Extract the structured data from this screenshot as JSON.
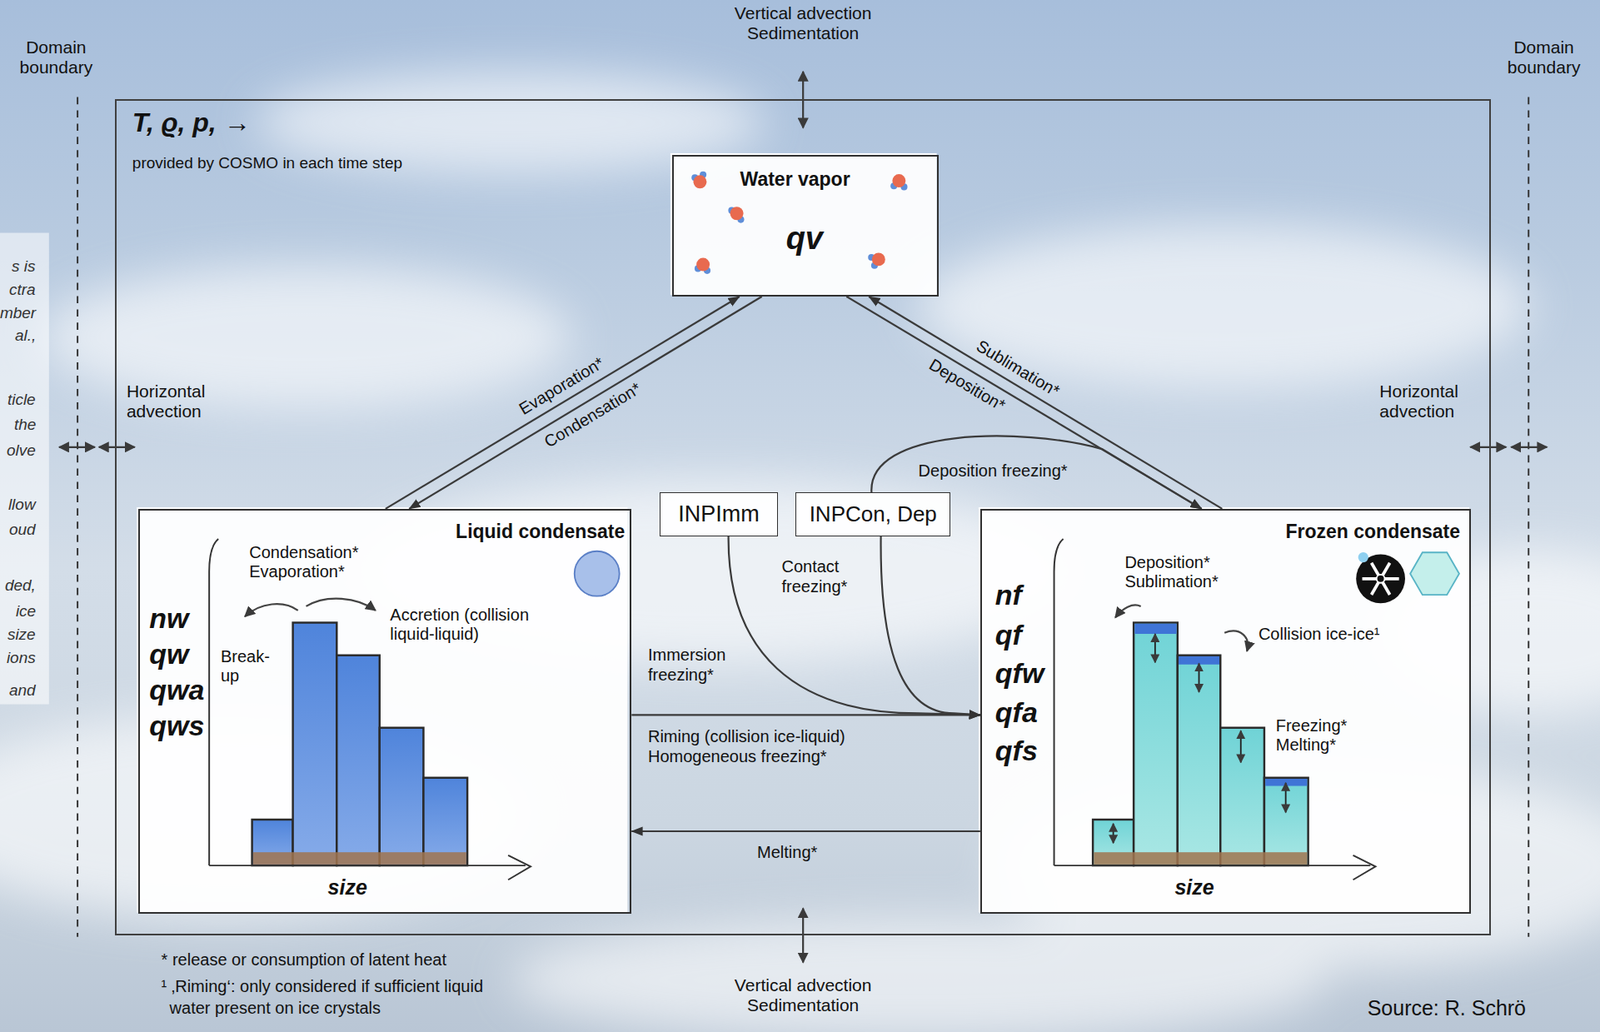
{
  "diagram": {
    "nodes": [
      {
        "text": [
          "T, ϱ, p, →",
          "provided by COSMO in each time step"
        ]
      },
      {
        "text": [
          "Water vapor",
          "qv"
        ],
        "in": 0
      },
      {
        "text": [
          "Liquid condensate",
          "nw",
          "qw",
          "qwa",
          "qws",
          "Condensation* Evaporation*",
          "Accretion (collision liquid-liquid)",
          "Break- up",
          "size"
        ],
        "in": 0
      },
      {
        "text": [
          "INPImm"
        ],
        "in": 0
      },
      {
        "text": [
          "INPCon, Dep"
        ],
        "in": 0
      },
      {
        "text": [
          "Frozen condensate",
          "nf",
          "qf",
          "qfw",
          "qfa",
          "qfs",
          "Deposition* Sublimation*",
          "Collision ice-ice¹",
          "Freezing* Melting*",
          "size"
        ],
        "in": 0
      }
    ],
    "edges": [
      {
        "from": 2,
        "to": 1,
        "label": "Evaporation*",
        "arrow": "to"
      },
      {
        "from": 1,
        "to": 2,
        "label": "Condensation*",
        "arrow": "to"
      },
      {
        "from": 5,
        "to": 1,
        "label": "Sublimation*",
        "arrow": "to"
      },
      {
        "from": 1,
        "to": 5,
        "label": "Deposition*",
        "arrow": "to"
      },
      {
        "from": 4,
        "to": 5,
        "label": "Deposition freezing*",
        "arrow": "to"
      },
      {
        "from": 4,
        "to": 5,
        "label": "Contact freezing*",
        "arrow": "to"
      },
      {
        "from": 3,
        "to": 5,
        "label": "Immersion freezing*",
        "arrow": "to"
      },
      {
        "from": 2,
        "to": 5,
        "label": "Riming (collision ice-liquid) Homogeneous freezing*",
        "arrow": "to"
      },
      {
        "from": 5,
        "to": 2,
        "label": "Melting*",
        "arrow": "to"
      }
    ],
    "labels": [
      "Domain boundary",
      "Domain boundary",
      "Vertical advection Sedimentation",
      "Horizontal advection",
      "Horizontal advection",
      "Vertical advection Sedimentation",
      "* release or consumption of latent heat",
      "¹ ‚Riming‘: only considered if sufficient liquid water present on ice crystals",
      "Source: R. Schrö",
      "s is",
      "ctra",
      "mber",
      "al.,",
      "ticle",
      "the",
      "olve",
      "llow",
      "oud",
      "ded,",
      "ice",
      "size",
      "ions",
      "and"
    ]
  }
}
